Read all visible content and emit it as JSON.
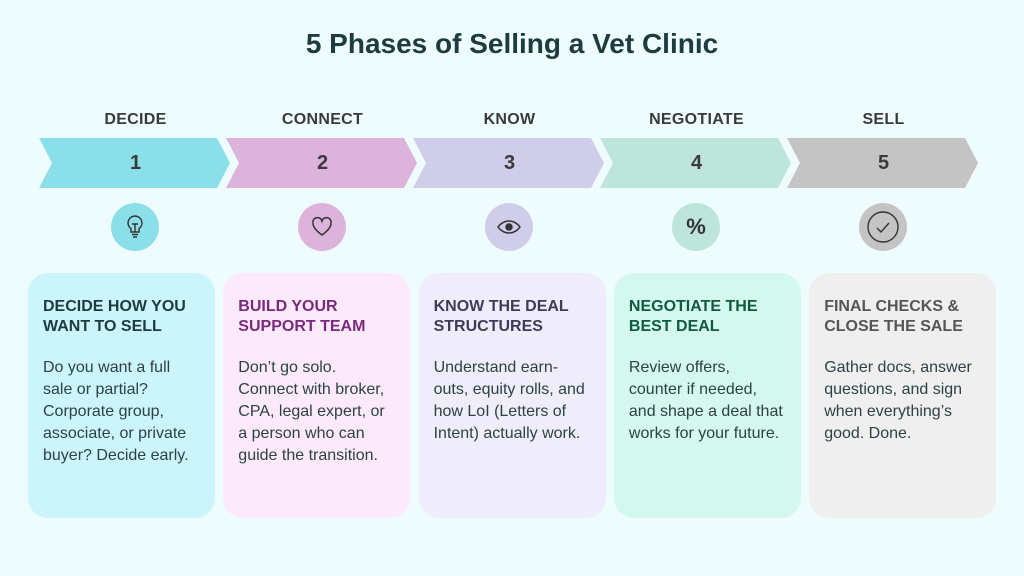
{
  "title": "5 Phases of Selling a Vet Clinic",
  "phases": [
    {
      "label": "DECIDE",
      "number": "1",
      "icon": "lightbulb-icon",
      "color": "#8adfe8",
      "card_bg": "#ccf5fb",
      "title_color": "#1f3b3f",
      "card_title": "DECIDE HOW YOU WANT TO SELL",
      "body": "Do you want a full sale or partial? Corporate group, associate, or private buyer? Decide early."
    },
    {
      "label": "CONNECT",
      "number": "2",
      "icon": "heart-icon",
      "color": "#dbb3db",
      "card_bg": "#fce9fc",
      "title_color": "#7a2a7c",
      "card_title": "BUILD YOUR SUPPORT TEAM",
      "body": "Don’t go solo. Connect with broker, CPA, legal expert, or a person who can guide the transition."
    },
    {
      "label": "KNOW",
      "number": "3",
      "icon": "eye-icon",
      "color": "#cfcde9",
      "card_bg": "#efedfb",
      "title_color": "#3f3c5a",
      "card_title": "KNOW THE DEAL STRUCTURES",
      "body": "Understand earn-outs, equity rolls, and how LoI (Letters of Intent) actually work."
    },
    {
      "label": "NEGOTIATE",
      "number": "4",
      "icon": "percent-icon",
      "color": "#bde5dc",
      "card_bg": "#d4f7ee",
      "title_color": "#0f5a40",
      "card_title": "NEGOTIATE THE BEST DEAL",
      "body": "Review offers, counter if needed, and shape a deal that works for your future."
    },
    {
      "label": "SELL",
      "number": "5",
      "icon": "check-circle-icon",
      "color": "#c4c4c4",
      "card_bg": "#efefef",
      "title_color": "#555555",
      "card_title": "FINAL CHECKS & CLOSE THE SALE",
      "body": "Gather docs, answer questions, and sign when everything’s good. Done."
    }
  ]
}
